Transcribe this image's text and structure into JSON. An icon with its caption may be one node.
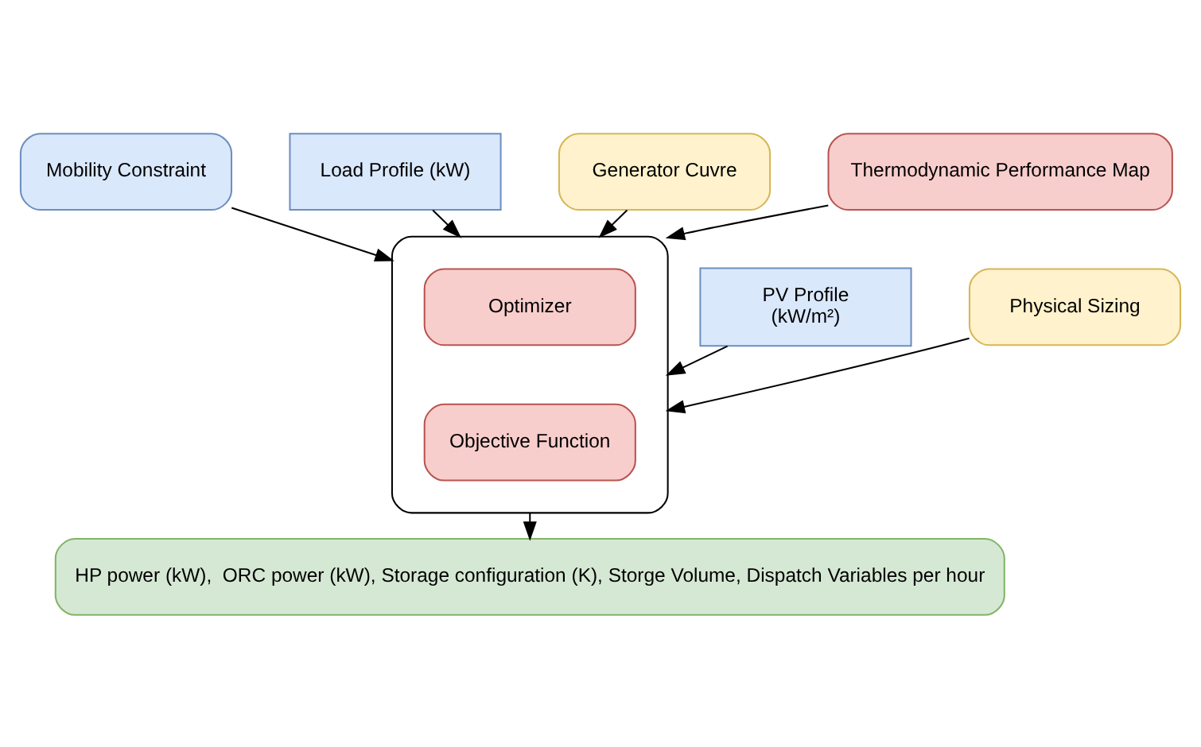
{
  "diagram": {
    "nodes": [
      {
        "text": [
          "Mobility Constraint"
        ]
      },
      {
        "text": [],
        "shape": "box"
      },
      {
        "text": [
          "Load Profile (kW)"
        ]
      },
      {
        "text": [
          "PV Profile",
          "(kW/m²)"
        ]
      },
      {
        "text": [
          "Optimizer"
        ],
        "in": 1
      },
      {
        "text": [
          "Objective Function"
        ],
        "in": 1
      },
      {
        "text": [
          "Generator Cuvre"
        ]
      },
      {
        "text": [
          "Thermodynamic Performance Map"
        ]
      },
      {
        "text": [
          "Physical Sizing"
        ]
      },
      {
        "text": [
          "HP power (kW),  ORC power (kW), Storage configuration (K), Storge Volume, Dispatch Variables per hour"
        ]
      }
    ],
    "edges": [
      {
        "from": 0,
        "to": 1,
        "arrow": "to"
      },
      {
        "from": 2,
        "to": 1,
        "arrow": "to"
      },
      {
        "from": 3,
        "to": 1,
        "arrow": "to"
      },
      {
        "from": 6,
        "to": 1,
        "arrow": "to"
      },
      {
        "from": 7,
        "to": 1,
        "arrow": "to"
      },
      {
        "from": 8,
        "to": 1,
        "arrow": "to"
      },
      {
        "from": 1,
        "to": 9,
        "arrow": "to"
      }
    ]
  }
}
